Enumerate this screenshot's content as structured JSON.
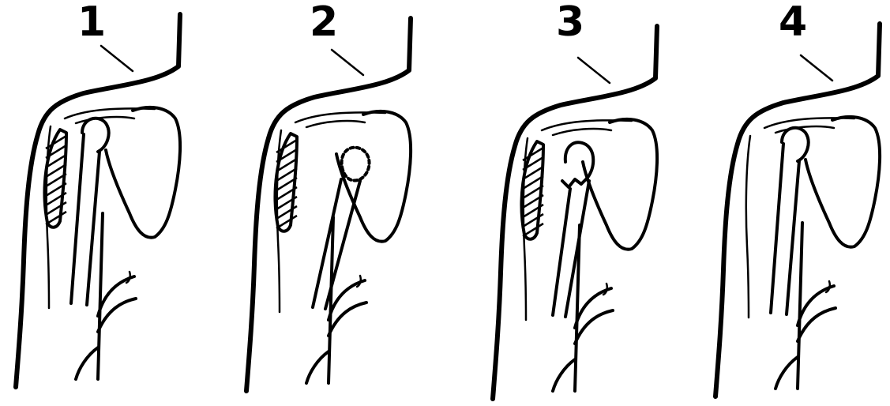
{
  "panels": [
    {
      "label": "1",
      "hatched": true,
      "head_variant": "normal"
    },
    {
      "label": "2",
      "hatched": true,
      "head_variant": "dotted-displaced"
    },
    {
      "label": "3",
      "hatched": true,
      "head_variant": "fractured"
    },
    {
      "label": "4",
      "hatched": false,
      "head_variant": "normal"
    }
  ],
  "colors": {
    "ink": "#000000",
    "background": "#ffffff"
  }
}
